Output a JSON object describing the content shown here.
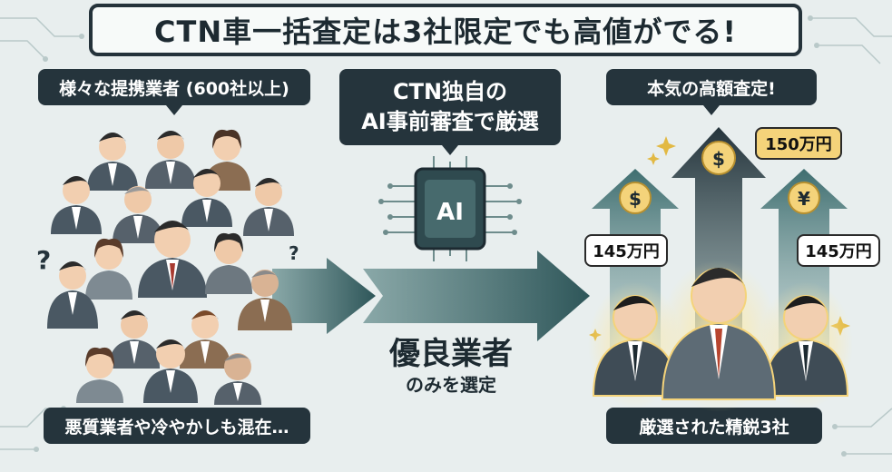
{
  "title": "CTN車一括査定は3社限定でも高値がでる!",
  "left": {
    "top_label": "様々な提携業者 (600社以上)",
    "bottom_label": "悪質業者や冷やかしも混在…",
    "question_mark_1": "?",
    "question_mark_2": "?"
  },
  "middle": {
    "ai_label_line1": "CTN独自の",
    "ai_label_line2": "AI事前審査で厳選",
    "chip_text": "AI",
    "main_text": "優良業者",
    "sub_text": "のみを選定"
  },
  "right": {
    "top_label": "本気の高額査定!",
    "bottom_label": "厳選された精鋭3社",
    "price_left": "145万円",
    "price_center": "150万円",
    "price_right": "145万円",
    "icon_left": "$",
    "icon_center": "$",
    "icon_right": "¥"
  },
  "colors": {
    "background": "#e8eeee",
    "dark_label": "#25343c",
    "arrow_teal": "#3e6b6e",
    "gold": "#f4d37a"
  }
}
